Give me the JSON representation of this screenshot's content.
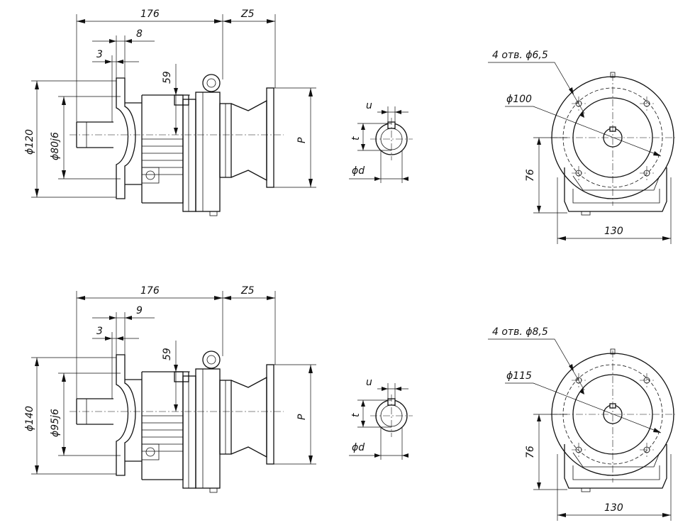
{
  "view_top": {
    "dim_total_length": "176",
    "dim_motor_offset": "Z5",
    "dim_flange_offset": "8",
    "dim_shaft_step": "3",
    "dim_height": "59",
    "dim_outer_diameter": "ϕ120",
    "dim_pilot_diameter": "ϕ80j6",
    "dim_motor_flange": "P",
    "key_width": "u",
    "key_depth": "t",
    "shaft_diameter": "ϕd",
    "bolt_holes": "4 отв. ϕ6,5",
    "bolt_circle": "ϕ100",
    "axis_height": "76",
    "base_width": "130"
  },
  "view_bottom": {
    "dim_total_length": "176",
    "dim_motor_offset": "Z5",
    "dim_flange_offset": "9",
    "dim_shaft_step": "3",
    "dim_height": "59",
    "dim_outer_diameter": "ϕ140",
    "dim_pilot_diameter": "ϕ95j6",
    "dim_motor_flange": "P",
    "key_width": "u",
    "key_depth": "t",
    "shaft_diameter": "ϕd",
    "bolt_holes": "4 отв. ϕ8,5",
    "bolt_circle": "ϕ115",
    "axis_height": "76",
    "base_width": "130"
  }
}
